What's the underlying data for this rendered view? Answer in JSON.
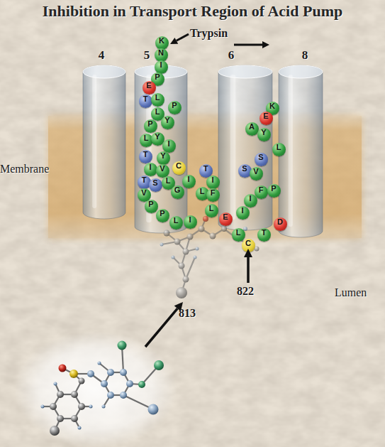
{
  "diagram": {
    "title": "Inhibition in Transport Region of Acid Pump",
    "nodes": [
      {
        "text": [
          "Membrane"
        ]
      },
      {
        "text": [
          "4"
        ]
      },
      {
        "text": [
          "5"
        ]
      },
      {
        "text": [
          "6"
        ]
      },
      {
        "text": [
          "8"
        ]
      },
      {
        "text": [
          "K"
        ]
      },
      {
        "text": [
          "N"
        ]
      },
      {
        "text": [
          "I"
        ]
      },
      {
        "text": [
          "P"
        ]
      },
      {
        "text": [
          "E"
        ]
      },
      {
        "text": [
          "T"
        ]
      },
      {
        "text": [
          "L"
        ]
      },
      {
        "text": [
          "P"
        ]
      },
      {
        "text": [
          "L"
        ]
      },
      {
        "text": [
          "Y"
        ]
      },
      {
        "text": [
          "P"
        ]
      },
      {
        "text": [
          "L"
        ]
      },
      {
        "text": [
          "Y"
        ]
      },
      {
        "text": [
          "I"
        ]
      },
      {
        "text": [
          "Y"
        ]
      },
      {
        "text": [
          "T"
        ]
      },
      {
        "text": [
          "I"
        ]
      },
      {
        "text": [
          "V"
        ]
      },
      {
        "text": [
          "T"
        ]
      },
      {
        "text": [
          "S"
        ]
      },
      {
        "text": [
          "L"
        ]
      },
      {
        "text": [
          "V"
        ]
      },
      {
        "text": [
          "P"
        ]
      },
      {
        "text": [
          "P"
        ]
      },
      {
        "text": [
          "L"
        ]
      },
      {
        "text": [
          "T"
        ]
      },
      {
        "text": [
          "I"
        ]
      },
      {
        "text": [
          "C"
        ]
      },
      {
        "text": [
          "I"
        ]
      },
      {
        "text": [
          "G"
        ]
      },
      {
        "text": [
          "L"
        ]
      },
      {
        "text": [
          "F"
        ]
      },
      {
        "text": [
          "I"
        ]
      },
      {
        "text": [
          "E"
        ]
      },
      {
        "text": [
          "L"
        ]
      },
      {
        "text": [
          "K"
        ]
      },
      {
        "text": [
          "E"
        ]
      },
      {
        "text": [
          "A"
        ]
      },
      {
        "text": [
          "Y"
        ]
      },
      {
        "text": [
          "L"
        ]
      },
      {
        "text": [
          "S"
        ]
      },
      {
        "text": [
          "S"
        ]
      },
      {
        "text": [
          "V"
        ]
      },
      {
        "text": [
          "F"
        ]
      },
      {
        "text": [
          "P"
        ]
      },
      {
        "text": [
          "I"
        ]
      },
      {
        "text": [
          "I"
        ]
      },
      {
        "text": [
          "L"
        ]
      },
      {
        "text": [
          "T"
        ]
      },
      {
        "text": [
          "D"
        ]
      },
      {
        "text": [
          "C"
        ]
      }
    ],
    "labels": [
      "Trypsin",
      "Lumen",
      "813",
      "822"
    ]
  }
}
